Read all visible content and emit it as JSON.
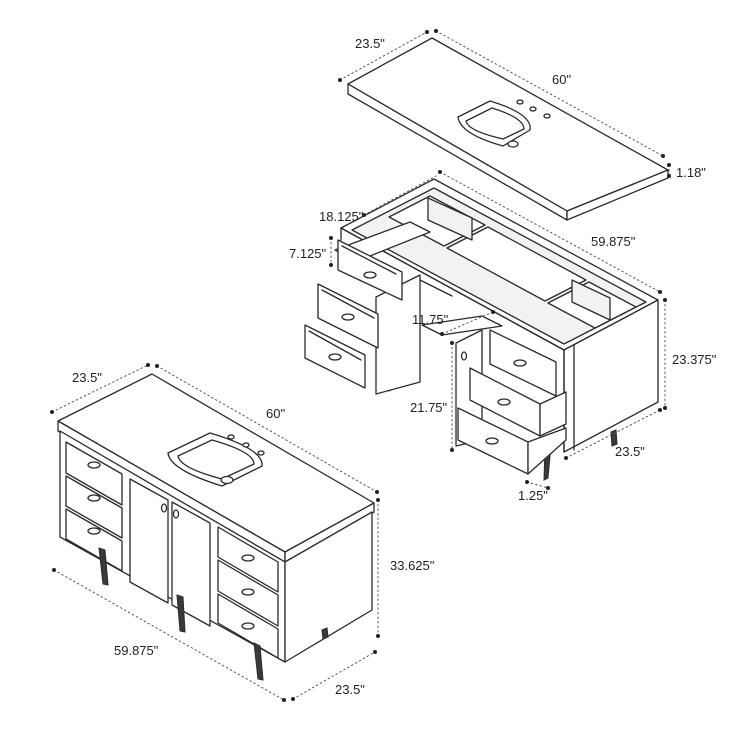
{
  "labels": {
    "top_depth": "23.5\"",
    "top_width": "60\"",
    "top_thickness": "1.18\"",
    "cab_top_depth": "18.125\"",
    "cab_drawer_height": "7.125\"",
    "cab_width": "59.875\"",
    "cab_opening_width": "11.75\"",
    "cab_height": "23.375\"",
    "cab_opening_height": "21.75\"",
    "cab_depth": "23.5\"",
    "cab_leg": "1.25\"",
    "full_depth_top": "23.5\"",
    "full_width_top": "60\"",
    "full_height": "33.625\"",
    "full_width_bottom": "59.875\"",
    "full_depth_bottom": "23.5\""
  }
}
